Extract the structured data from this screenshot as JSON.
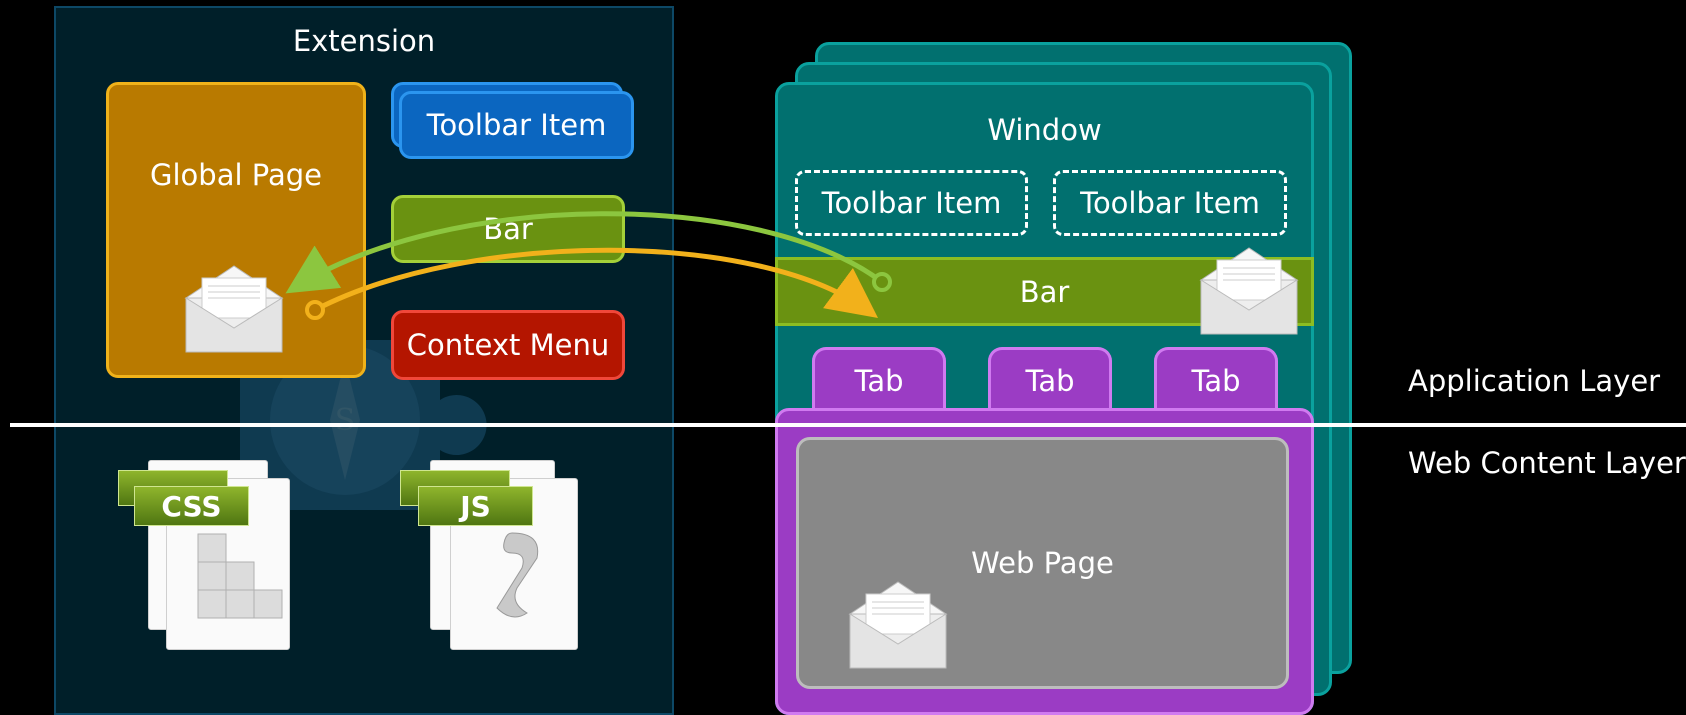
{
  "extension": {
    "title": "Extension",
    "global_page": "Global Page",
    "toolbar_item": "Toolbar Item",
    "bar": "Bar",
    "context_menu": "Context Menu",
    "files": [
      "CSS",
      "JS"
    ]
  },
  "window": {
    "title": "Window",
    "toolbar_items": [
      "Toolbar Item",
      "Toolbar Item"
    ],
    "bar": "Bar",
    "tabs": [
      "Tab",
      "Tab",
      "Tab"
    ],
    "web_page": "Web Page"
  },
  "layers": {
    "application": "Application Layer",
    "web_content": "Web Content Layer"
  },
  "colors": {
    "extension_panel": "#001f29",
    "global_page": "#b97a00",
    "toolbar_item": "#0b66c0",
    "bar": "#6a9211",
    "context_menu": "#b41500",
    "window": "#01706f",
    "tab": "#9b3cc4",
    "web_page": "#888888",
    "arrow_green": "#8cc63f",
    "arrow_orange": "#f2b11b"
  },
  "icons": [
    "envelope-icon",
    "css-file-icon",
    "js-file-icon",
    "safari-compass-icon",
    "puzzle-piece-icon"
  ]
}
